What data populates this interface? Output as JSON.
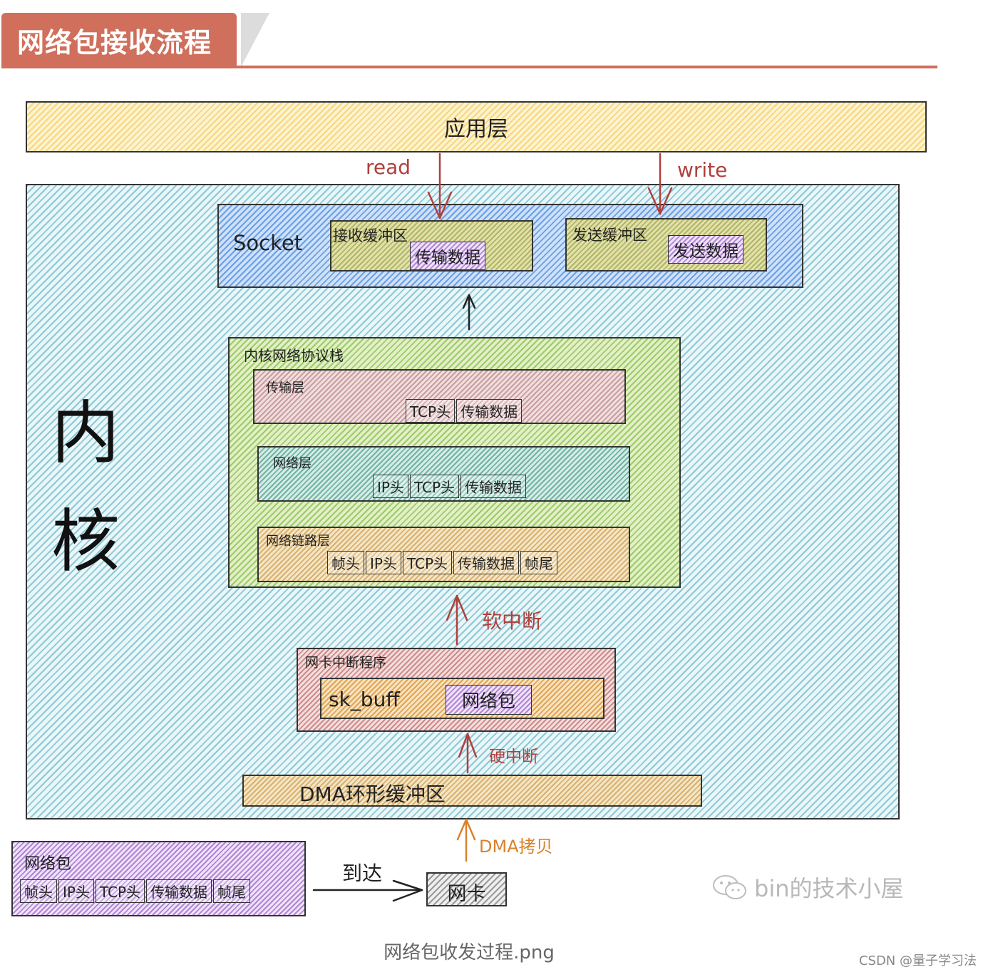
{
  "header": {
    "title": "网络包接收流程"
  },
  "app_layer": {
    "label": "应用层"
  },
  "arrows": {
    "read": "read",
    "write": "write",
    "soft_irq": "软中断",
    "hard_irq": "硬中断",
    "dma_copy": "DMA拷贝",
    "arrive": "到达"
  },
  "kernel": {
    "label_line1": "内",
    "label_line2": "核"
  },
  "socket": {
    "label": "Socket",
    "recv_buffer": {
      "label": "接收缓冲区",
      "data": "传输数据"
    },
    "send_buffer": {
      "label": "发送缓冲区",
      "data": "发送数据"
    }
  },
  "stack": {
    "title": "内核网络协议栈",
    "transport": {
      "label": "传输层",
      "cells": [
        "TCP头",
        "传输数据"
      ]
    },
    "network": {
      "label": "网络层",
      "cells": [
        "IP头",
        "TCP头",
        "传输数据"
      ]
    },
    "link": {
      "label": "网络链路层",
      "cells": [
        "帧头",
        "IP头",
        "TCP头",
        "传输数据",
        "帧尾"
      ]
    }
  },
  "nic_irq": {
    "title": "网卡中断程序",
    "skbuff": "sk_buff",
    "packet": "网络包"
  },
  "dma_ring": {
    "label": "DMA环形缓冲区"
  },
  "packet": {
    "title": "网络包",
    "cells": [
      "帧头",
      "IP头",
      "TCP头",
      "传输数据",
      "帧尾"
    ]
  },
  "nic": {
    "label": "网卡"
  },
  "watermark": {
    "text": "bin的技术小屋"
  },
  "caption": {
    "text": "网络包收发过程.png"
  },
  "credit": {
    "text": "CSDN @量子学习法"
  },
  "colors": {
    "accent": "#cf6f5c",
    "arrow_red": "#b0403c",
    "arrow_orange": "#d9822b"
  }
}
